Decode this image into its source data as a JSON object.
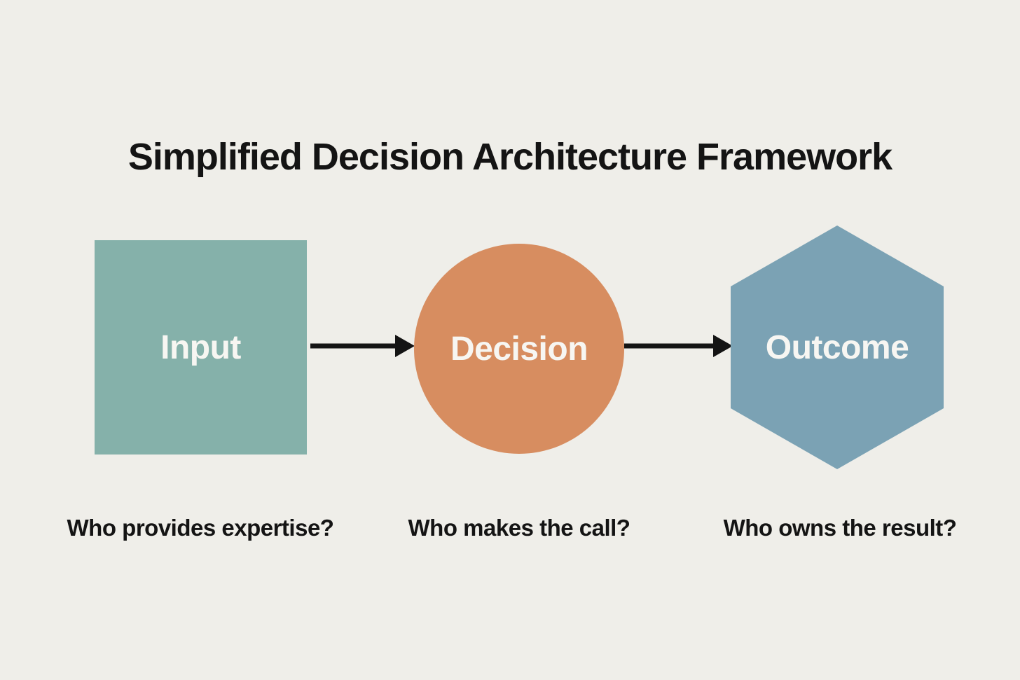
{
  "title": "Simplified Decision Architecture Framework",
  "nodes": [
    {
      "label": "Input",
      "shape": "square",
      "question": "Who provides expertise?",
      "fill": "#85b1aa"
    },
    {
      "label": "Decision",
      "shape": "circle",
      "question": "Who makes the call?",
      "fill": "#d78d60"
    },
    {
      "label": "Outcome",
      "shape": "hexagon",
      "question": "Who owns the result?",
      "fill": "#7ba2b4"
    }
  ],
  "connectors": [
    {
      "from": "Input",
      "to": "Decision",
      "style": "solid-arrow"
    },
    {
      "from": "Decision",
      "to": "Outcome",
      "style": "solid-arrow"
    }
  ],
  "colors": {
    "background": "#efeee9",
    "arrow": "#141414",
    "title_text": "#141414",
    "question_text": "#141414",
    "node_label_text": "#f7f6f2"
  }
}
